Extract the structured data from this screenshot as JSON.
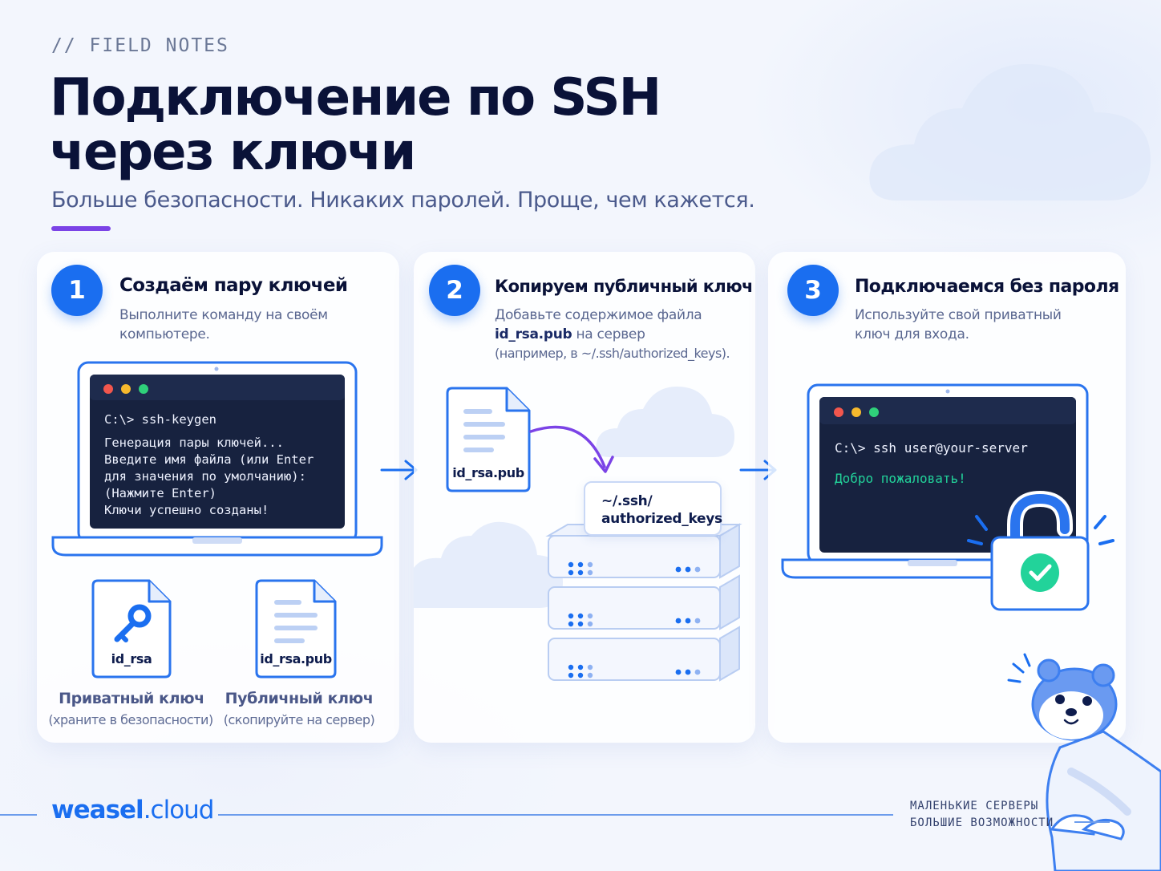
{
  "kicker": "// FIELD NOTES",
  "title": {
    "line1": "Подключение по SSH",
    "line2": "через ключи"
  },
  "subtitle": "Больше безопасности. Никаких паролей. Проще, чем кажется.",
  "colors": {
    "primary": "#1a6ef0",
    "accent": "#7b43e6",
    "terminal_bg": "#17223f",
    "success": "#22d39a",
    "heading": "#0a1238"
  },
  "steps": [
    {
      "number": "1",
      "title": "Создаём пару ключей",
      "desc_1": "Выполните команду на своём",
      "desc_2": "компьютере.",
      "terminal": {
        "prompt": "C:\\> ssh-keygen",
        "lines": [
          "Генерация пары ключей...",
          "Введите имя файла (или Enter",
          "для значения по умолчанию):",
          "(Нажмите Enter)",
          "Ключи успешно созданы!"
        ]
      },
      "files": [
        {
          "icon": "key-icon",
          "name": "id_rsa",
          "caption": "Приватный ключ",
          "sub": "(храните в безопасности)"
        },
        {
          "icon": "document-icon",
          "name": "id_rsa.pub",
          "caption": "Публичный ключ",
          "sub": "(скопируйте на сервер)"
        }
      ]
    },
    {
      "number": "2",
      "title": "Копируем публичный ключ",
      "desc_1": "Добавьте содержимое файла",
      "desc_2_bold": "id_rsa.pub",
      "desc_2_rest": " на сервер",
      "desc_3": "(например, в ~/.ssh/authorized_keys).",
      "file_name": "id_rsa.pub",
      "target_1": "~/.ssh/",
      "target_2": "authorized_keys"
    },
    {
      "number": "3",
      "title": "Подключаемся без пароля",
      "desc_1": "Используйте свой приватный",
      "desc_2": "ключ для входа.",
      "terminal": {
        "prompt": "C:\\> ssh user@your-server",
        "welcome": "Добро пожаловать!"
      }
    }
  ],
  "footer": {
    "logo_1": "weasel",
    "logo_2": ".cloud",
    "tagline_1": "МАЛЕНЬКИЕ СЕРВЕРЫ",
    "tagline_2": "БОЛЬШИЕ ВОЗМОЖНОСТИ"
  }
}
